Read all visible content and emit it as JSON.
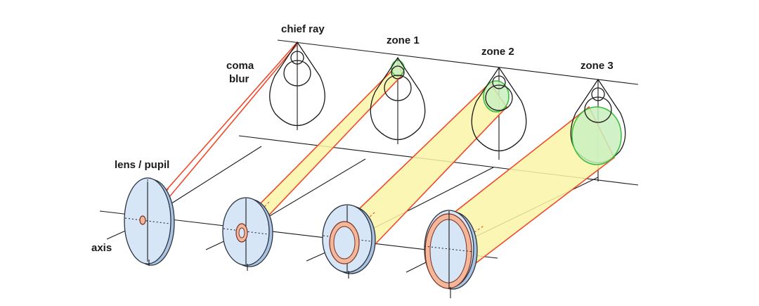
{
  "labels": {
    "chief_ray": "chief ray",
    "coma": "coma",
    "blur": "blur",
    "zone1": "zone 1",
    "zone2": "zone 2",
    "zone3": "zone 3",
    "lens_pupil": "lens / pupil",
    "axis": "axis"
  },
  "colors": {
    "ray": "#ef4a2a",
    "beam_fill": "#fbf4a8",
    "blur_fill": "#c9f0c0",
    "blur_stroke": "#3cbf3c",
    "lens_fill": "#d6e6f7",
    "zone_ring": "#f4b79a"
  }
}
